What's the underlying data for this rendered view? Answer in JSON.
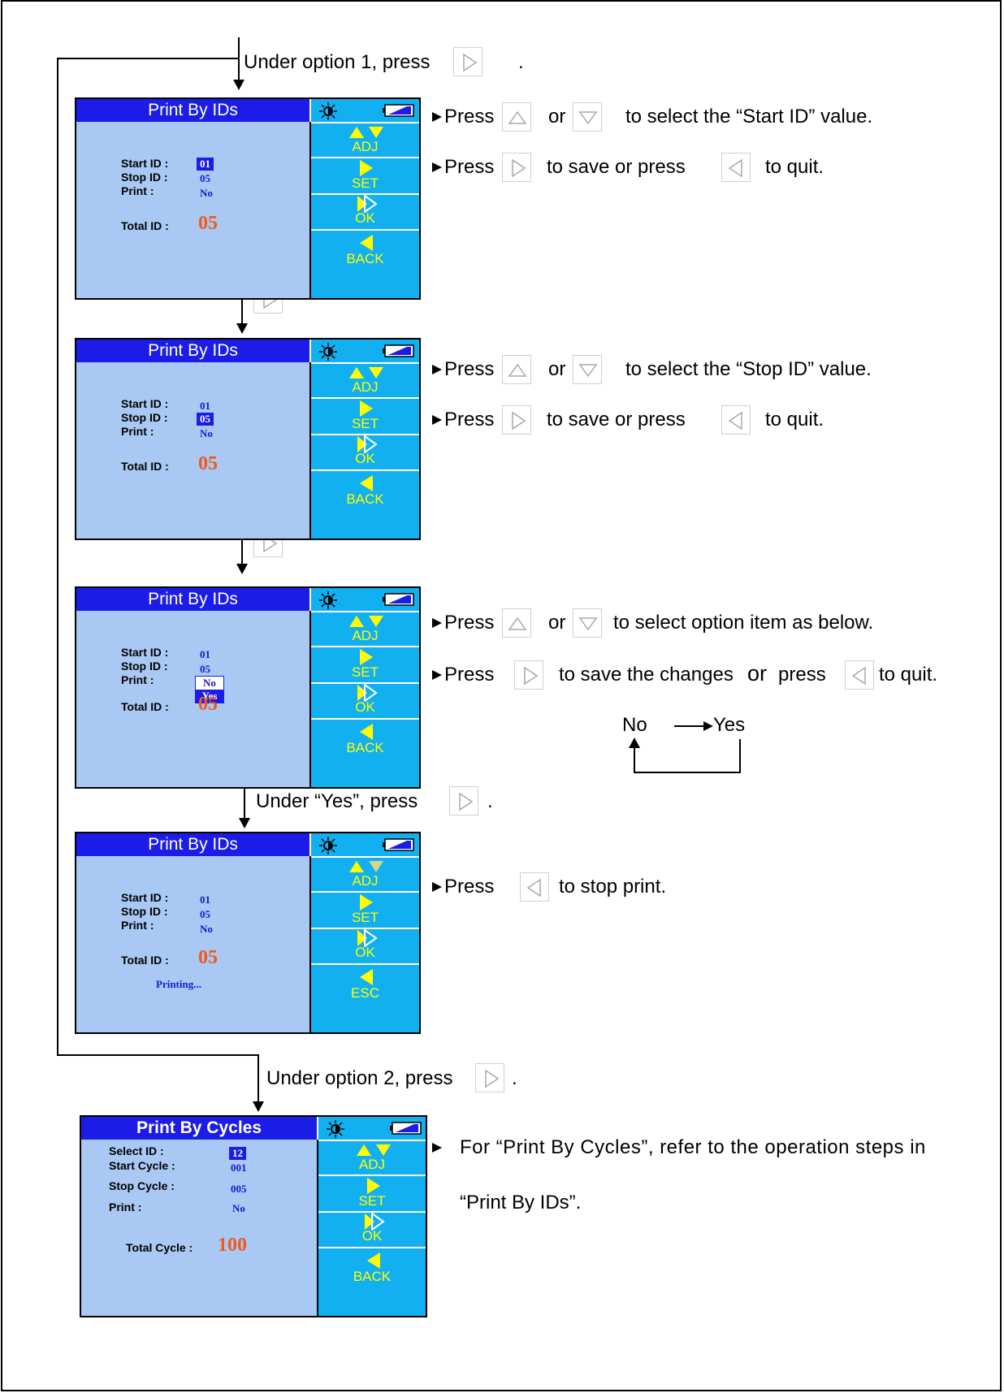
{
  "instructions": {
    "opt1": "Under option 1, press",
    "opt1_end": ".",
    "s1_press": "Press",
    "s1_or": "or",
    "s1_rest": "to select the “Start ID” value.",
    "s1_save_a": "Press",
    "s1_save_b": "to save or press",
    "s1_save_c": "to quit.",
    "s2_press": "Press",
    "s2_or": "or",
    "s2_rest": "to select the “Stop ID” value.",
    "s2_save_a": "Press",
    "s2_save_b": "to save or press",
    "s2_save_c": "to quit.",
    "s3_press": "Press",
    "s3_or": "or",
    "s3_rest": "to select option item as below.",
    "s3_save_a": "Press",
    "s3_save_b": "to save the changes",
    "s3_save_or": "or",
    "s3_save_c": "press",
    "s3_save_d": "to quit.",
    "cycle_no": "No",
    "cycle_yes": "Yes",
    "yes_press": "Under “Yes”, press",
    "yes_end": ".",
    "s4_press": "Press",
    "s4_rest": "to stop print.",
    "opt2": "Under option 2, press",
    "opt2_end": ".",
    "s5_line1": "For “Print By Cycles”, refer to the operation steps in",
    "s5_line2": "“Print By IDs”."
  },
  "screens": {
    "s1": {
      "title": "Print  By IDs",
      "start_label": "Start ID :",
      "start_val": "01",
      "stop_label": "Stop ID :",
      "stop_val": "05",
      "print_label": "Print :",
      "print_val": "No",
      "total_label": "Total ID :",
      "total_val": "05",
      "adj": "ADJ",
      "set": "SET",
      "ok": "OK",
      "back": "BACK"
    },
    "s2": {
      "title": "Print  By IDs",
      "start_label": "Start ID :",
      "start_val": "01",
      "stop_label": "Stop ID :",
      "stop_val": "05",
      "print_label": "Print :",
      "print_val": "No",
      "total_label": "Total ID :",
      "total_val": "05",
      "adj": "ADJ",
      "set": "SET",
      "ok": "OK",
      "back": "BACK"
    },
    "s3": {
      "title": "Print  By IDs",
      "start_label": "Start ID :",
      "start_val": "01",
      "stop_label": "Stop ID :",
      "stop_val": "05",
      "print_label": "Print :",
      "print_opt_no": "No",
      "print_opt_yes": "Yes",
      "total_label": "Total ID :",
      "total_val": "05",
      "adj": "ADJ",
      "set": "SET",
      "ok": "OK",
      "back": "BACK"
    },
    "s4": {
      "title": "Print  By IDs",
      "start_label": "Start ID :",
      "start_val": "01",
      "stop_label": "Stop ID :",
      "stop_val": "05",
      "print_label": "Print :",
      "print_val": "No",
      "total_label": "Total ID :",
      "total_val": "05",
      "status": "Printing...",
      "adj": "ADJ",
      "set": "SET",
      "ok": "OK",
      "back": "ESC"
    },
    "s5": {
      "title": "Print  By Cycles",
      "select_label": "Select ID :",
      "select_val": "12",
      "start_label": "Start Cycle :",
      "start_val": "001",
      "stop_label": "Stop Cycle :",
      "stop_val": "005",
      "print_label": "Print :",
      "print_val": "No",
      "total_label": "Total Cycle :",
      "total_val": "100",
      "adj": "ADJ",
      "set": "SET",
      "ok": "OK",
      "back": "BACK"
    }
  },
  "colors": {
    "title_bar": "#1c1ce8",
    "screen_bg": "#a9c8f3",
    "side_panel": "#12b0f0",
    "soft_key_label": "#ffff00",
    "total_value": "#f05a1a"
  }
}
